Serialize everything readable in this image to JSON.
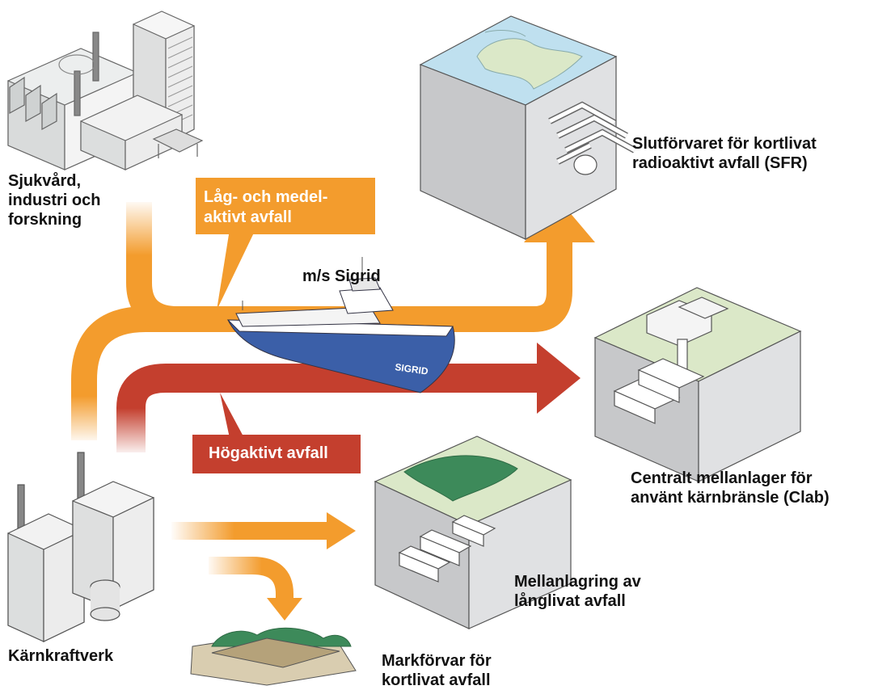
{
  "labels": {
    "hospital_line1": "Sjukvård,",
    "hospital_line2": "industri och",
    "hospital_line3": "forskning",
    "low_mid_line1": "Låg- och medel-",
    "low_mid_line2": "aktivt avfall",
    "ship_name": "m/s Sigrid",
    "ship_hull_text": "SIGRID",
    "sfr_line1": "Slutförvaret för kortlivat",
    "sfr_line2": "radioaktivt avfall  (SFR)",
    "clab_line1": "Centralt mellanlager för",
    "clab_line2": "använt kärnbränsle (Clab)",
    "high_level": "Högaktivt avfall",
    "intermediate_line1": "Mellanlagring av",
    "intermediate_line2": "långlivat avfall",
    "nuclear_plant": "Kärnkraftverk",
    "ground_line1": "Markförvar för",
    "ground_line2": "kortlivat avfall"
  },
  "colors": {
    "orange": "#f39c2d",
    "red": "#c43f2e",
    "hull": "#3b5fa8",
    "land": "#dbe8c8",
    "water": "#bfe0ef",
    "rock_side": "#c7c8ca",
    "rock_front": "#e0e1e3"
  }
}
